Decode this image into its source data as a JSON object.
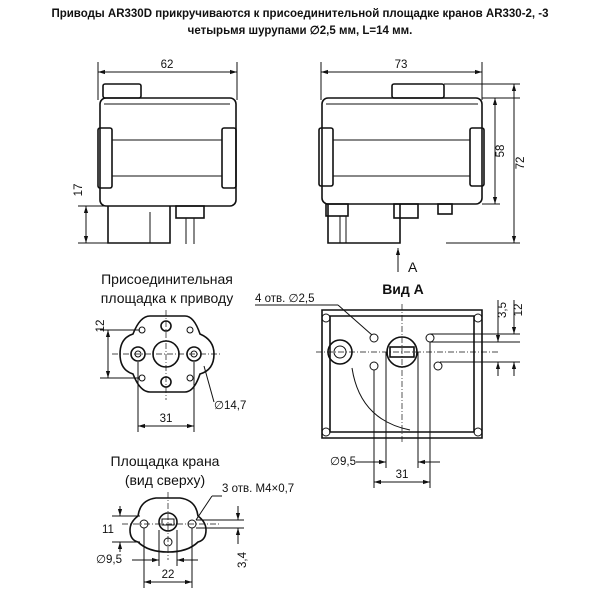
{
  "caption": {
    "line1": "Приводы AR330D прикручиваются к присоединительной площадке кранов AR330-2, -3",
    "line2": "четырьмя шурупами ∅2,5 мм, L=14 мм."
  },
  "dimensions": {
    "front_width": "62",
    "front_bottom_height": "17",
    "side_width": "73",
    "side_height_58": "58",
    "side_height_72": "72",
    "plate_height": "12",
    "plate_hole_dia": "∅14,7",
    "plate_width": "31",
    "view_holes": "4 отв. ∅2,5",
    "view_35": "3,5",
    "view_12": "12",
    "view_dia": "∅9,5",
    "view_31": "31",
    "valve_holes": "3 отв. M4×0,7",
    "valve_11": "11",
    "valve_dia": "∅9,5",
    "valve_34": "3,4",
    "valve_22": "22"
  },
  "labels": {
    "arrow_a": "A",
    "plate_title_1": "Присоединительная",
    "plate_title_2": "площадка к приводу",
    "view_title": "Вид А",
    "valve_title_1": "Площадка крана",
    "valve_title_2": "(вид сверху)"
  }
}
